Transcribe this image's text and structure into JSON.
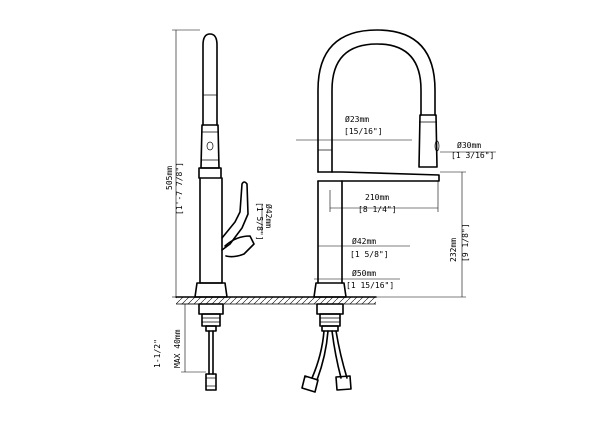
{
  "dimensions": {
    "total_height_mm": "505mm",
    "total_height_in": "[1'-7 7/8\"]",
    "handle_dia_mm": "Ø42mm",
    "handle_dia_in": "[1 5/8\"]",
    "thread_in": "1-1/2\"",
    "thread_max": "MAX 40mm",
    "spout_dia_mm": "Ø23mm",
    "spout_dia_in": "[15/16\"]",
    "spray_dia_mm": "Ø30mm",
    "spray_dia_in": "[1 3/16\"]",
    "reach_mm": "210mm",
    "reach_in": "[8 1/4\"]",
    "body_dia_mm": "Ø42mm",
    "body_dia_in": "[1 5/8\"]",
    "base_dia_mm": "Ø50mm",
    "base_dia_in": "[1 15/16\"]",
    "spout_height_mm": "232mm",
    "spout_height_in": "[9 1/8\"]"
  }
}
